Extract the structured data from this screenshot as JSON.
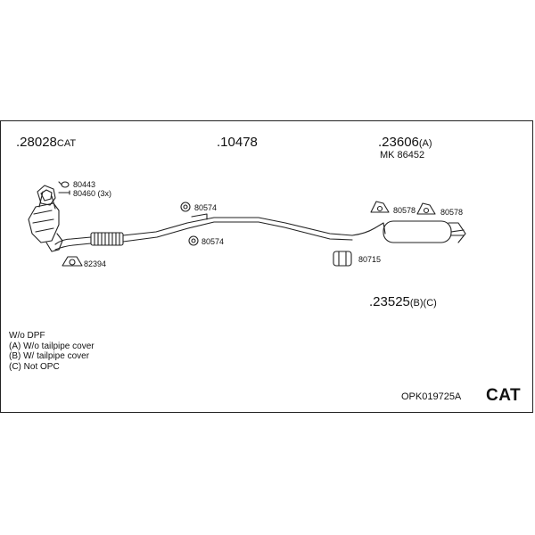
{
  "parts": {
    "catalyst": {
      "number": ".28028",
      "suffix": "CAT"
    },
    "mid_pipe": {
      "number": ".10478"
    },
    "rear_silencer_a": {
      "number": ".23606",
      "suffix": "(A)"
    },
    "mk_ref": "MK  86452",
    "rear_silencer_bc": {
      "number": ".23525",
      "suffix": "(B)(C)"
    }
  },
  "fittings": {
    "gasket_80443": "80443",
    "bolt_80460": "80460 (3x)",
    "clamp_82394": "82394",
    "hanger_80574_top": "80574",
    "hanger_80574_bottom": "80574",
    "hanger_80578_left": "80578",
    "hanger_80578_right": "80578",
    "clamp_80715": "80715"
  },
  "notes": [
    "W/o DPF",
    "(A) W/o tailpipe cover",
    "(B) W/ tailpipe cover",
    "(C) Not OPC"
  ],
  "kit_code": "OPK019725A",
  "category": "CAT"
}
